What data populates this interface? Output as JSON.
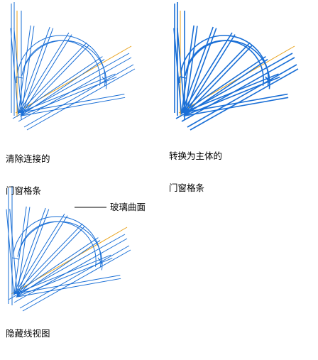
{
  "figure": {
    "panels": [
      {
        "id": "clear-joins",
        "caption_lines": [
          "清除连接的",
          "门窗格条"
        ]
      },
      {
        "id": "convert-to-body",
        "caption_lines": [
          "转换为主体的",
          "门窗格条"
        ]
      },
      {
        "id": "hidden-line",
        "caption_lines": [
          "隐藏线视图"
        ]
      }
    ],
    "callout": {
      "label": "玻璃曲面"
    },
    "colors": {
      "muntin_line": "#1a6fd6",
      "glass_edge": "#e8a21a",
      "leader": "#000000",
      "background": "#ffffff"
    }
  }
}
